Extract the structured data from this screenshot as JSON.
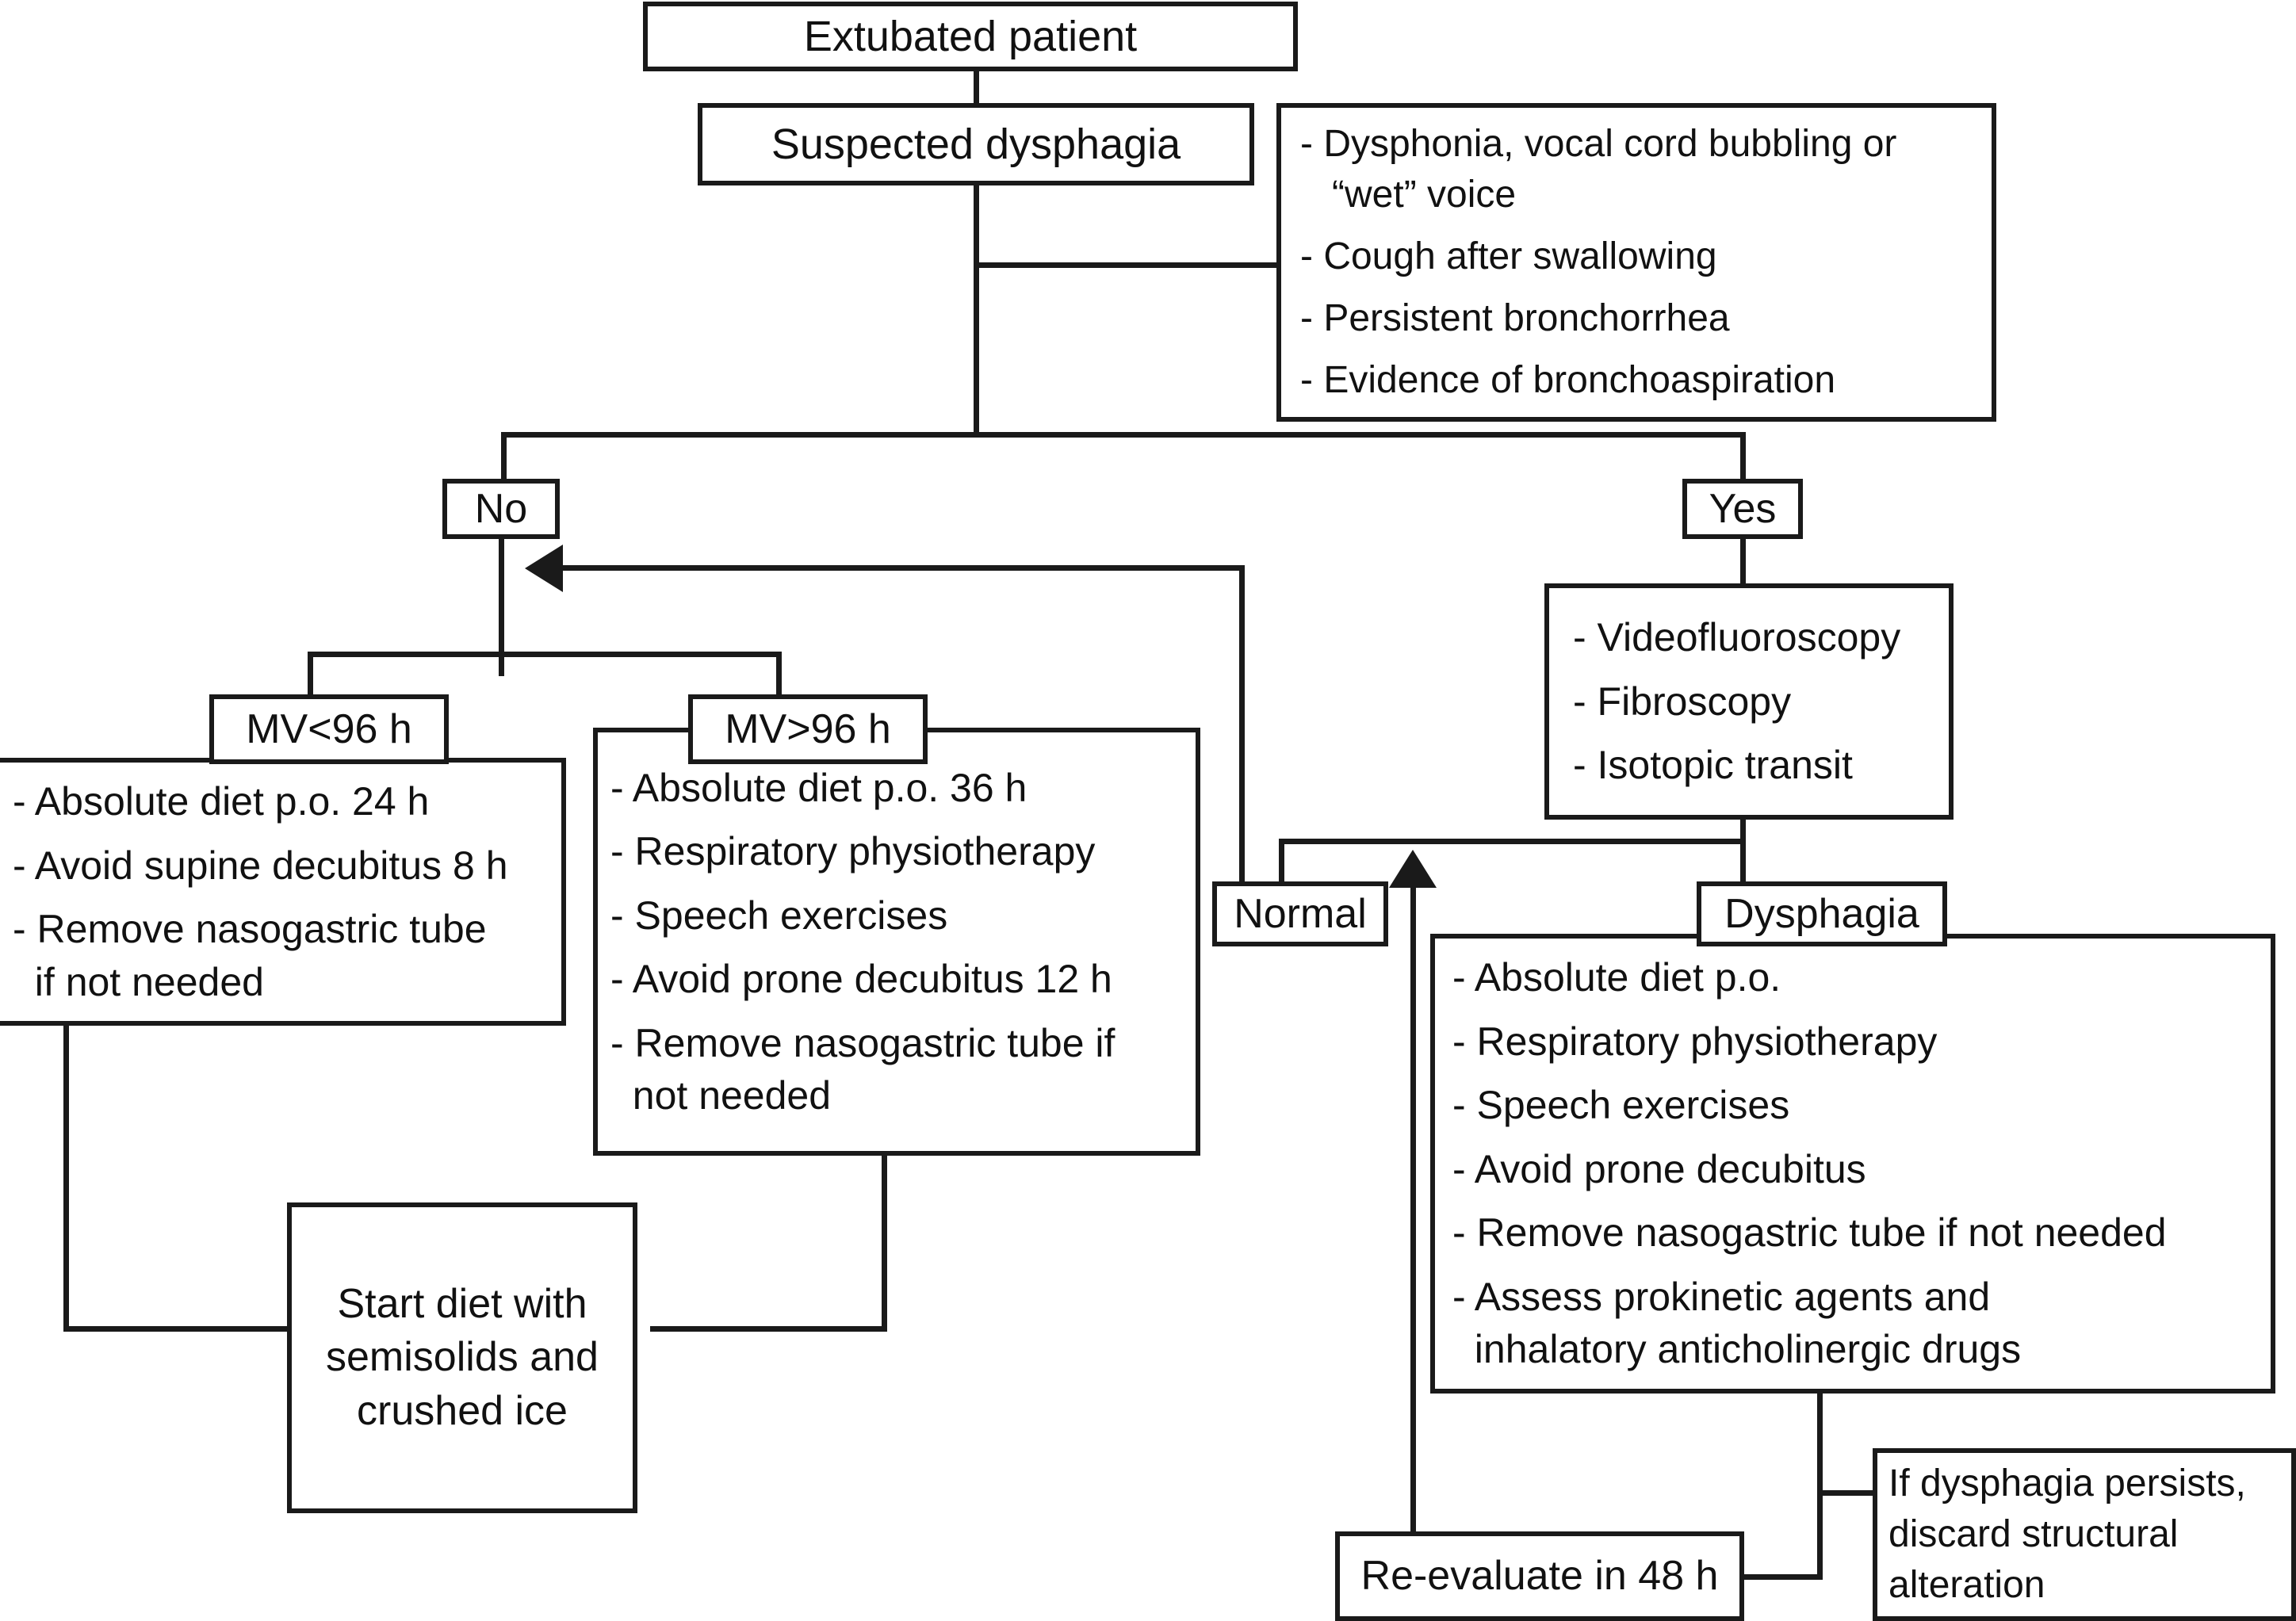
{
  "diagram": {
    "title": "Extubated patient dysphagia management algorithm",
    "colors": {
      "line": "#1a1a1a",
      "box_fill": "#ffffff",
      "text": "#111111"
    }
  },
  "nodes": {
    "extubated_patient": {
      "label": "Extubated patient"
    },
    "suspected_dysphagia": {
      "label": "Suspected dysphagia"
    },
    "criteria": {
      "items": [
        "- Dysphonia, vocal cord bubbling or\n   “wet” voice",
        "- Cough after swallowing",
        "- Persistent bronchorrhea",
        "- Evidence of bronchoaspiration"
      ]
    },
    "branch_no": {
      "label": "No"
    },
    "branch_yes": {
      "label": "Yes"
    },
    "mv_lt_96": {
      "label": "MV<96 h"
    },
    "mv_gt_96": {
      "label": "MV>96 h"
    },
    "mv_lt_96_actions": {
      "items": [
        "- Absolute diet p.o. 24 h",
        "- Avoid supine decubitus 8 h",
        "- Remove nasogastric tube\n  if not needed"
      ]
    },
    "mv_gt_96_actions": {
      "items": [
        "- Absolute diet p.o. 36 h",
        "- Respiratory physiotherapy",
        "- Speech exercises",
        "- Avoid prone decubitus 12 h",
        "- Remove nasogastric tube if\n  not needed"
      ]
    },
    "start_diet": {
      "label": "Start diet with\nsemisolids and\ncrushed ice"
    },
    "tests": {
      "items": [
        "- Videofluoroscopy",
        "- Fibroscopy",
        "- Isotopic transit"
      ]
    },
    "result_normal": {
      "label": "Normal"
    },
    "result_dysphagia": {
      "label": "Dysphagia"
    },
    "dysphagia_actions": {
      "items": [
        "- Absolute diet p.o.",
        "- Respiratory physiotherapy",
        "- Speech exercises",
        "- Avoid prone decubitus",
        "- Remove nasogastric tube if not needed",
        "- Assess prokinetic agents and\n  inhalatory anticholinergic drugs"
      ]
    },
    "reevaluate": {
      "label": "Re-evaluate in 48 h"
    },
    "persists": {
      "label": "If dysphagia persists,\ndiscard structural\nalteration"
    }
  }
}
